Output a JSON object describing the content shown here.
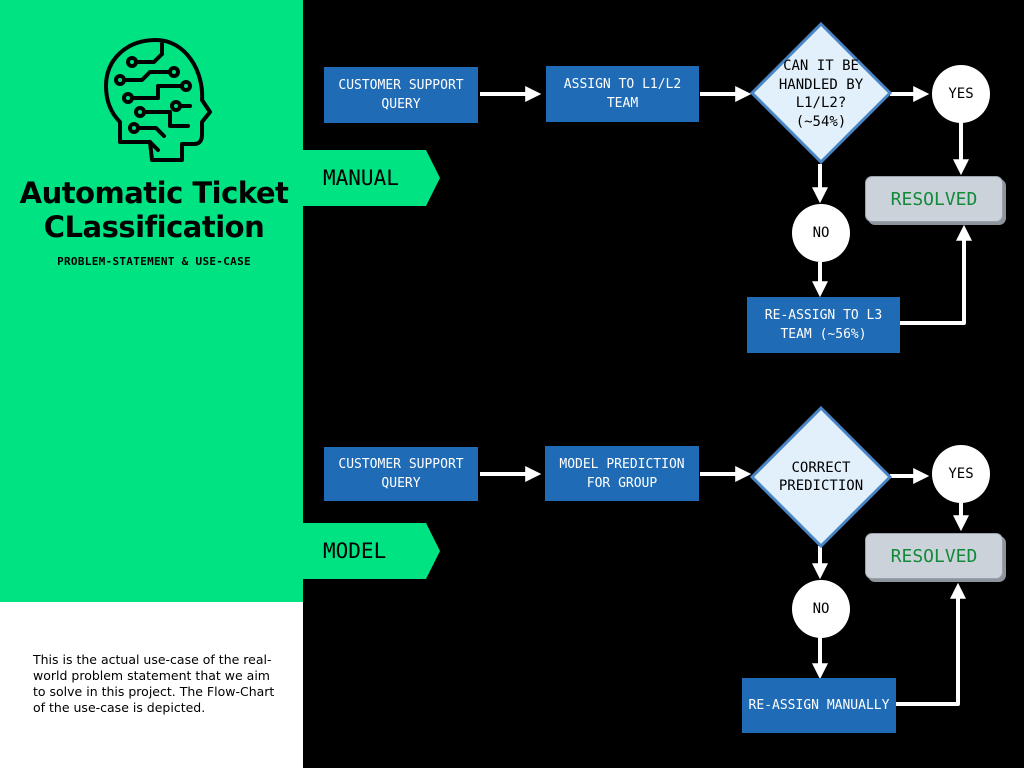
{
  "sidebar": {
    "title_line1": "Automatic Ticket",
    "title_line2": "CLassification",
    "subtitle": "PROBLEM-STATEMENT & USE-CASE",
    "description": "This is the actual use-case of the real-world problem statement that we aim to solve in this project. The Flow-Chart of the use-case is depicted.",
    "icon": "circuit-head-icon"
  },
  "manual_flow": {
    "tag": "MANUAL",
    "start": "CUSTOMER SUPPORT QUERY",
    "assign": "ASSIGN TO L1/L2 TEAM",
    "decision": "CAN IT BE HANDLED BY L1/L2? (~54%)",
    "yes": "YES",
    "no": "NO",
    "resolved": "RESOLVED",
    "reassign": "RE-ASSIGN TO L3 TEAM (~56%)"
  },
  "model_flow": {
    "tag": "MODEL",
    "start": "CUSTOMER SUPPORT QUERY",
    "assign": "MODEL PREDICTION FOR GROUP",
    "decision": "CORRECT PREDICTION",
    "yes": "YES",
    "no": "NO",
    "resolved": "RESOLVED",
    "reassign": "RE-ASSIGN MANUALLY"
  },
  "colors": {
    "accent_green": "#00e383",
    "box_blue": "#1f6bb5",
    "diamond_fill": "#e2f0fb",
    "diamond_stroke": "#4a86c5",
    "resolved_text": "#128a3a"
  }
}
